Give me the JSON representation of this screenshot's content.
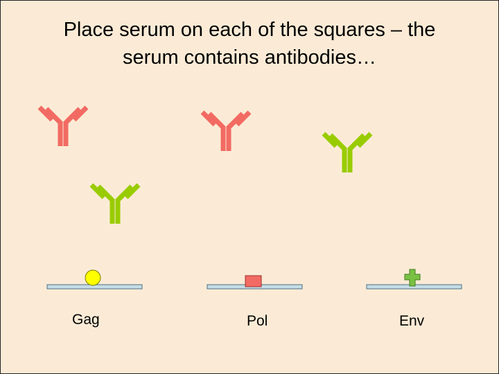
{
  "title": {
    "line1": "Place serum on each of the squares – the",
    "line2": "serum contains antibodies…"
  },
  "colors": {
    "background": "#fbebd6",
    "antibody_red": "#f26b63",
    "antibody_green": "#99cc00",
    "strip_fill": "#c5dde6",
    "strip_stroke": "#4d6f80",
    "gag_antigen": "#ffff00",
    "pol_antigen": "#f26b63",
    "env_antigen": "#7ac143"
  },
  "antibodies": [
    {
      "name": "antibody-red-1",
      "color": "red"
    },
    {
      "name": "antibody-red-2",
      "color": "red"
    },
    {
      "name": "antibody-green-1",
      "color": "green"
    },
    {
      "name": "antibody-green-2",
      "color": "green"
    }
  ],
  "strips": [
    {
      "label": "Gag",
      "antigen_shape": "circle"
    },
    {
      "label": "Pol",
      "antigen_shape": "square"
    },
    {
      "label": "Env",
      "antigen_shape": "cross"
    }
  ]
}
